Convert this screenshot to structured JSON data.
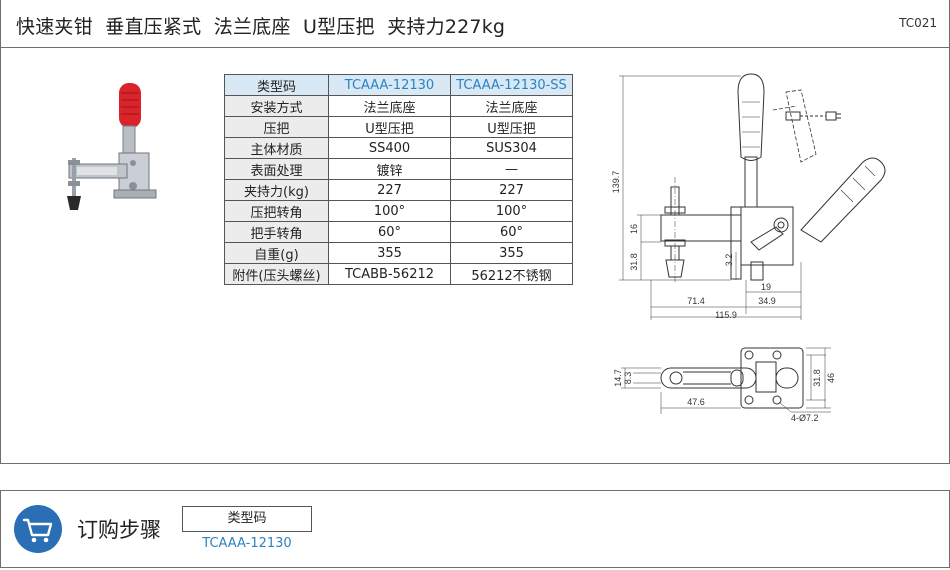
{
  "header": {
    "title": "快速夹钳  垂直压紧式  法兰底座  U型压把  夹持力227kg",
    "code": "TC021"
  },
  "spec_table": {
    "rows": [
      {
        "key": "类型码",
        "v1": "TCAAA-12130",
        "v2": "TCAAA-12130-SS"
      },
      {
        "key": "安装方式",
        "v1": "法兰底座",
        "v2": "法兰底座"
      },
      {
        "key": "压把",
        "v1": "U型压把",
        "v2": "U型压把"
      },
      {
        "key": "主体材质",
        "v1": "SS400",
        "v2": "SUS304"
      },
      {
        "key": "表面处理",
        "v1": "镀锌",
        "v2": "—"
      },
      {
        "key": "夹持力(kg)",
        "v1": "227",
        "v2": "227"
      },
      {
        "key": "压把转角",
        "v1": "100°",
        "v2": "100°"
      },
      {
        "key": "把手转角",
        "v1": "60°",
        "v2": "60°"
      },
      {
        "key": "自重(g)",
        "v1": "355",
        "v2": "355"
      },
      {
        "key": "附件(压头螺丝)",
        "v1": "TCABB-56212",
        "v2": "56212不锈钢"
      }
    ]
  },
  "dimensions": {
    "d_139_7": "139.7",
    "d_16": "16",
    "d_31_8": "31.8",
    "d_3_2": "3.2",
    "d_19": "19",
    "d_71_4": "71.4",
    "d_34_9": "34.9",
    "d_115_9": "115.9",
    "d_14_7": "14.7",
    "d_8_3": "8.3",
    "d_47_6": "47.6",
    "d_31_8b": "31.8",
    "d_46": "46",
    "d_hole": "4-Ø7.2"
  },
  "order": {
    "title": "订购步骤",
    "box_label": "类型码",
    "code": "TCAAA-12130"
  },
  "colors": {
    "accent_blue": "#2a83c4",
    "cart_blue": "#2a6eb5",
    "handle_red": "#d8242a"
  }
}
